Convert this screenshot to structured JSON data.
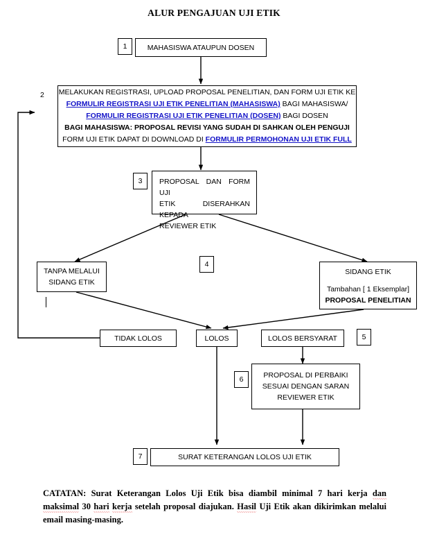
{
  "document": {
    "title": "ALUR PENGAJUAN UJI ETIK"
  },
  "nodes": {
    "step1": {
      "number": "1",
      "text": "MAHASISWA ATAUPUN DOSEN"
    },
    "step2": {
      "number": "2",
      "line1": "MELAKUKAN REGISTRASI, UPLOAD PROPOSAL PENELITIAN, DAN FORM UJI ETIK KE",
      "line2_link": "FORMULIR REGISTRASI UJI ETIK PENELITIAN (MAHASISWA)",
      "line2_tail": " BAGI MAHASISWA/",
      "line3_link": "FORMULIR REGISTRASI UJI ETIK PENELITIAN (DOSEN)",
      "line3_tail": " BAGI DOSEN",
      "line4": "BAGI MAHASISWA: PROPOSAL REVISI YANG SUDAH DI SAHKAN OLEH PENGUJI",
      "line5_head": "FORM UJI ETIK DAPAT DI DOWNLOAD DI ",
      "line5_link": "FORMULIR PERMOHONAN UJI ETIK FULL"
    },
    "step3": {
      "number": "3",
      "line1": "PROPOSAL DAN FORM UJI",
      "line2": "ETIK DISERAHKAN KEPADA",
      "line3": "REVIEWER ETIK"
    },
    "step4": {
      "number": "4"
    },
    "tanpa_sidang": {
      "line1": "TANPA MELALUI",
      "line2": "SIDANG ETIK"
    },
    "sidang_etik": {
      "line1": "SIDANG ETIK",
      "line2": "Tambahan [ 1 Eksemplar]",
      "line3": "PROPOSAL PENELITIAN"
    },
    "tidak_lolos": {
      "text": "TIDAK LOLOS"
    },
    "lolos": {
      "text": "LOLOS"
    },
    "lolos_bersyarat": {
      "number": "5",
      "text": "LOLOS BERSYARAT"
    },
    "step6": {
      "number": "6",
      "line1": "PROPOSAL DI PERBAIKI",
      "line2": "SESUAI DENGAN SARAN",
      "line3": "REVIEWER ETIK"
    },
    "step7": {
      "number": "7",
      "text": "SURAT KETERANGAN  LOLOS UJI ETIK"
    }
  },
  "footer": {
    "label": "CATATAN:",
    "part1": " Surat Keterangan Lolos Uji Etik bisa diambil minimal 7 hari kerja ",
    "sp_dan": "dan",
    "part2": " ",
    "sp_maksimal": "maksimal",
    "part3": " 30 ",
    "sp_hari": "hari",
    "part4": " ",
    "sp_kerja": "kerja",
    "part5": " setelah proposal diajukan. ",
    "sp_hasil": "Hasil",
    "part6": " Uji Etik akan dikirimkan melalui email masing-masing."
  },
  "colors": {
    "link": "#1414c8",
    "stroke": "#000000",
    "spellcheck": "#e01b1b",
    "background": "#ffffff"
  }
}
